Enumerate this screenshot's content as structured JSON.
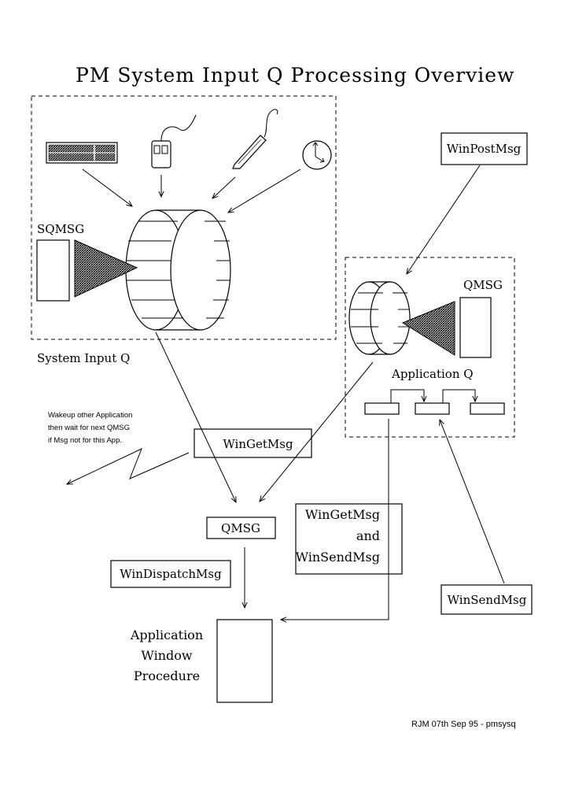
{
  "title": "PM System Input Q Processing Overview",
  "system_queue": {
    "label": "System Input Q",
    "sqmsg_label": "SQMSG"
  },
  "application_queue": {
    "label": "Application Q",
    "qmsg_label": "QMSG"
  },
  "calls": {
    "win_post_msg": "WinPostMsg",
    "win_get_msg": "WinGetMsg",
    "win_get_msg_and_send": [
      "WinGetMsg",
      "and",
      "WinSendMsg"
    ],
    "win_dispatch_msg": "WinDispatchMsg",
    "win_send_msg": "WinSendMsg"
  },
  "qmsg_box": "QMSG",
  "window_procedure": [
    "Application",
    "Window",
    "Procedure"
  ],
  "wakeup_note": [
    "Wakeup other Application",
    "then wait for next QMSG",
    "if Msg not for this App."
  ],
  "footer": "RJM 07th Sep 95 - pmsysq",
  "icons": [
    "keyboard-icon",
    "mouse-icon",
    "pen-icon",
    "clock-icon"
  ]
}
